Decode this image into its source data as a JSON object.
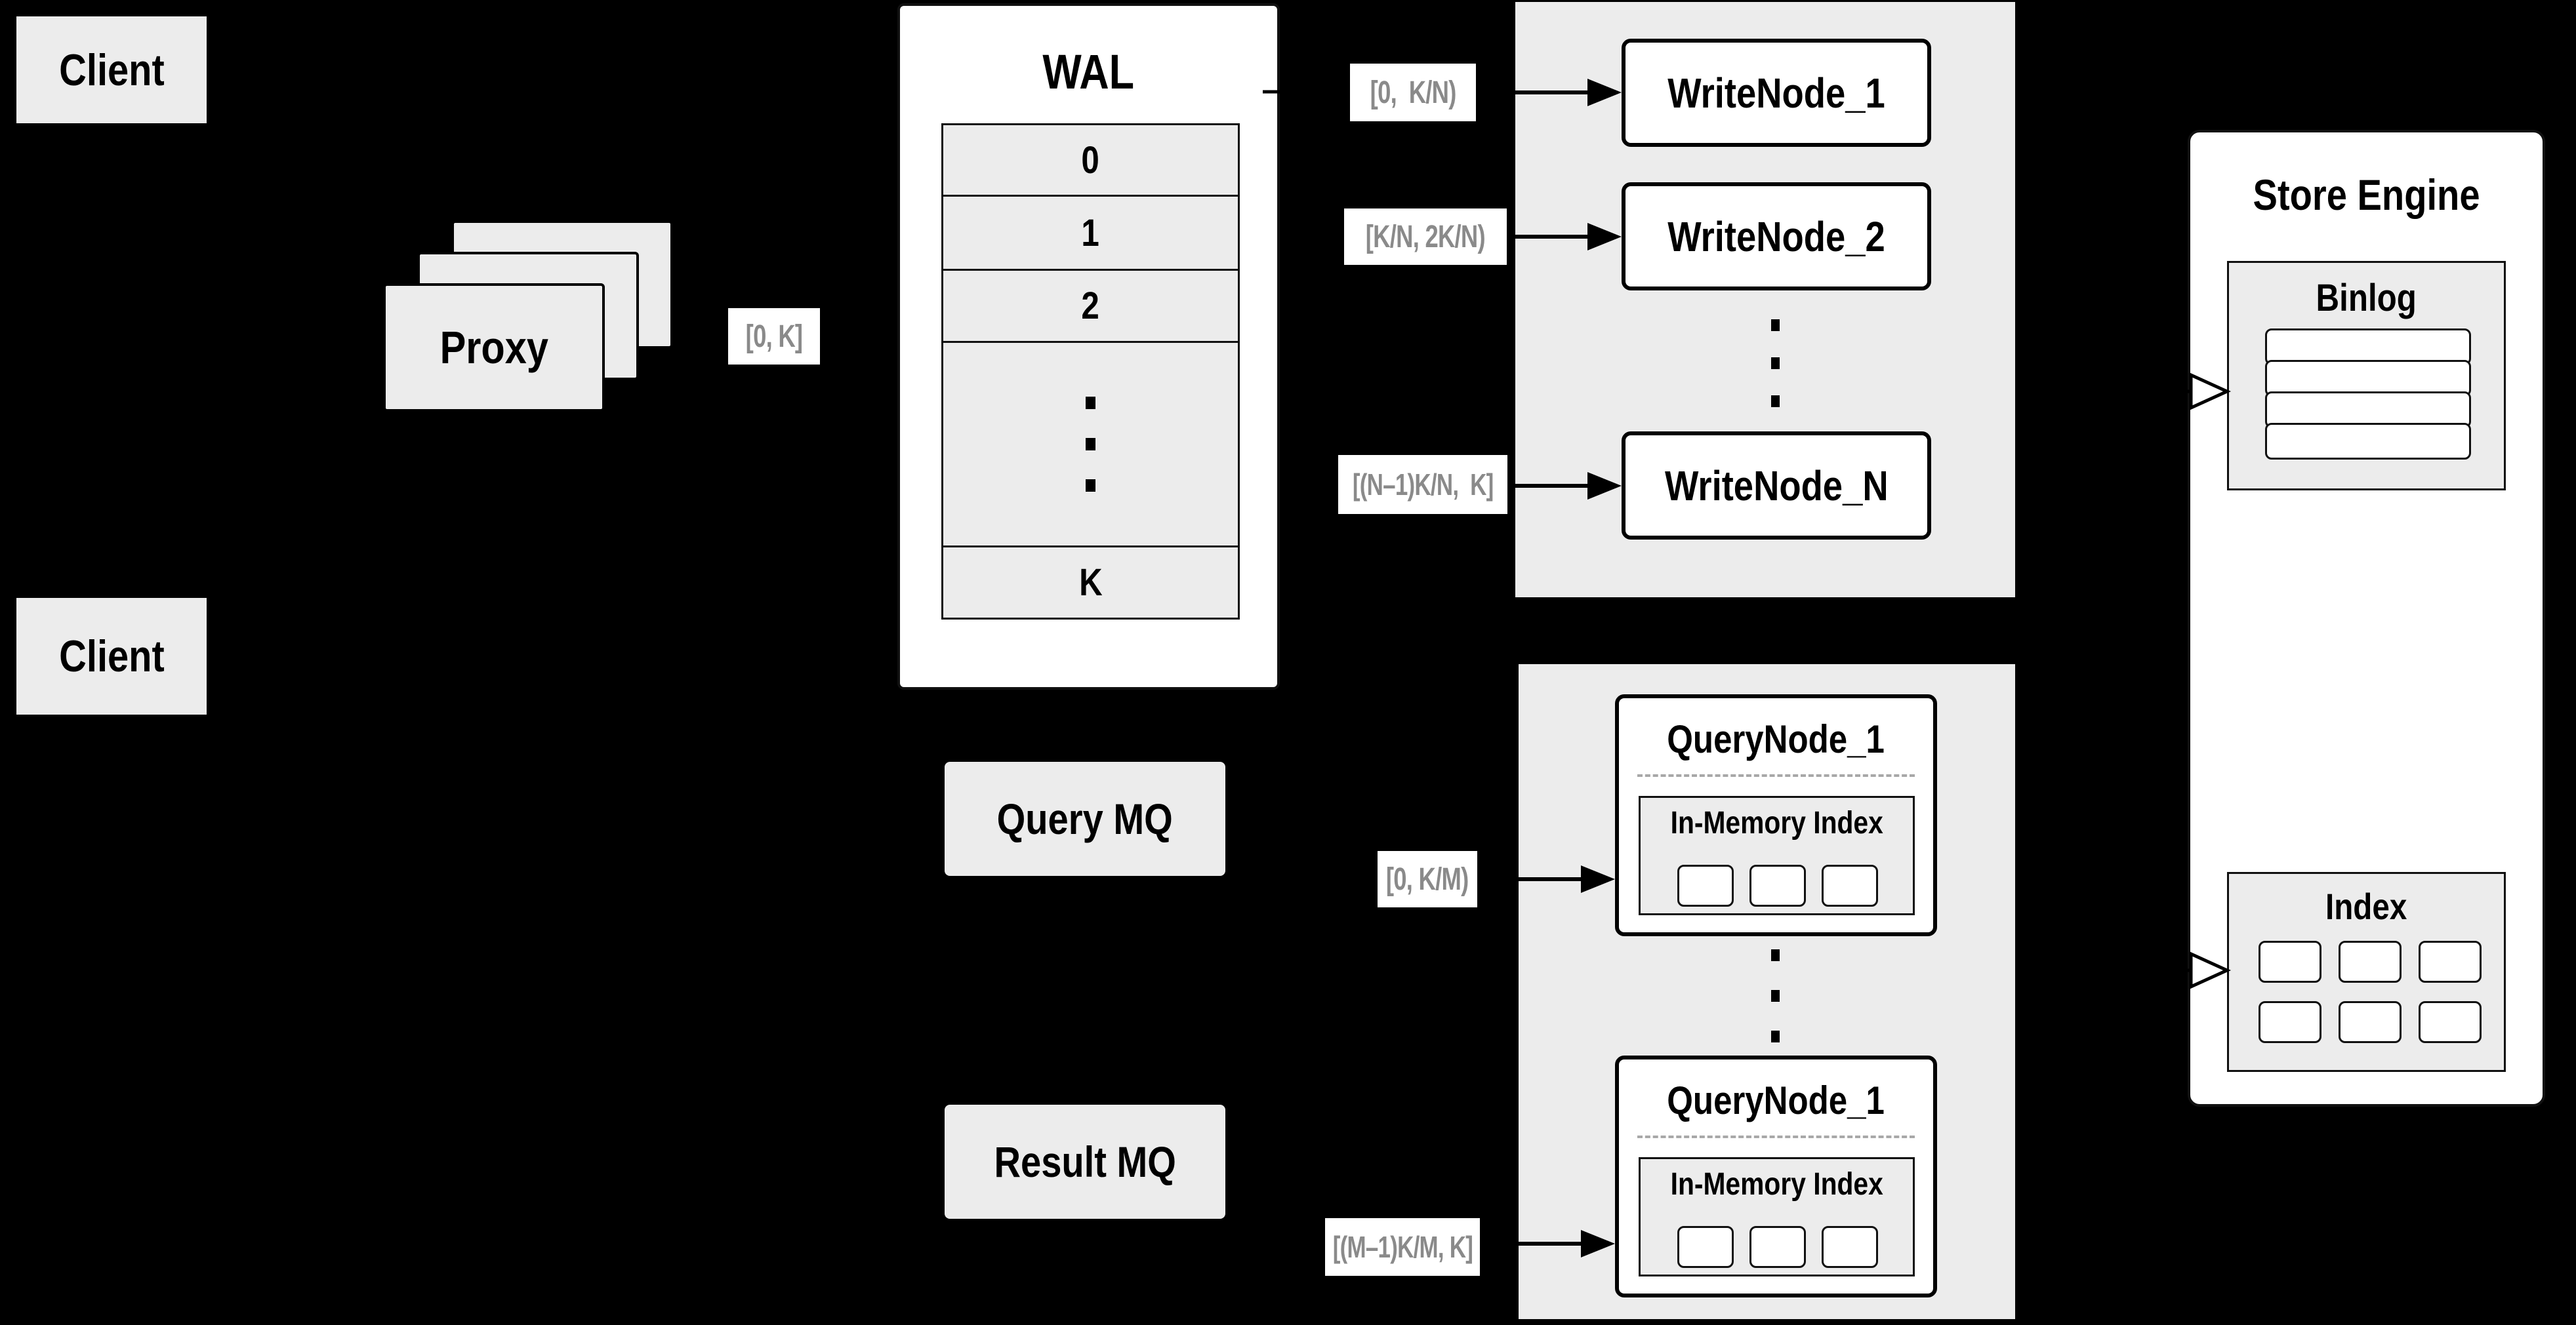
{
  "colors": {
    "background": "#000000",
    "box_gray": "#ececec",
    "box_white": "#ffffff",
    "border": "#000000",
    "range_label_text": "#8a8a8a",
    "dashed_divider": "#a8a8a8"
  },
  "client": {
    "top_label": "Client",
    "bottom_label": "Client"
  },
  "proxy": {
    "label": "Proxy",
    "range": "[0, K]"
  },
  "wal": {
    "title": "WAL",
    "cells": [
      "0",
      "1",
      "2",
      "K"
    ]
  },
  "write_nodes": {
    "items": [
      "WriteNode_1",
      "WriteNode_2",
      "WriteNode_N"
    ],
    "ranges": [
      "[0,  K/N)",
      "[K/N, 2K/N)",
      "[(N–1)K/N,  K]"
    ]
  },
  "store_engine": {
    "title": "Store Engine",
    "binlog": {
      "title": "Binlog",
      "row_count": 4
    },
    "index": {
      "title": "Index",
      "cell_count": 6
    }
  },
  "mq": {
    "query": "Query MQ",
    "result": "Result MQ"
  },
  "query_nodes": {
    "items": [
      {
        "title": "QueryNode_1",
        "subtitle": "In-Memory Index"
      },
      {
        "title": "QueryNode_1",
        "subtitle": "In-Memory Index"
      }
    ],
    "ranges": [
      "[0, K/M)",
      "[(M–1)K/M, K]"
    ]
  }
}
